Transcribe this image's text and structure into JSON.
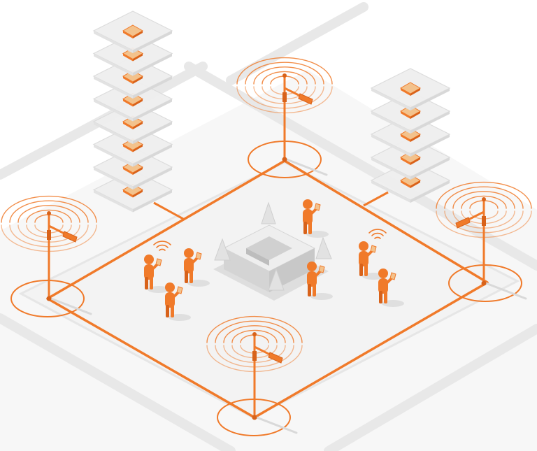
{
  "colors": {
    "accent": "#F07A2A",
    "accent_dark": "#D8621A",
    "ground": "#F2F2F2",
    "ground_line": "#E4E4E4",
    "panel": "#EEEEEE",
    "panel_edge": "#DCDCDC",
    "structure": "#E6E6E6",
    "structure_dark": "#CFCFCF",
    "shadow": "#D9D9D9",
    "tile": "#F3C28C"
  },
  "icons": {
    "camera": "camera-icon",
    "wifi": "wifi-signal-icon",
    "person": "person-icon",
    "data_layer": "data-layer-icon"
  },
  "stacks": [
    {
      "name": "server-stack-left",
      "layers": 8
    },
    {
      "name": "server-stack-right",
      "layers": 5
    }
  ],
  "camera_poles": [
    {
      "name": "camera-pole-top"
    },
    {
      "name": "camera-pole-left"
    },
    {
      "name": "camera-pole-right"
    },
    {
      "name": "camera-pole-bottom"
    }
  ],
  "people_count": 7
}
